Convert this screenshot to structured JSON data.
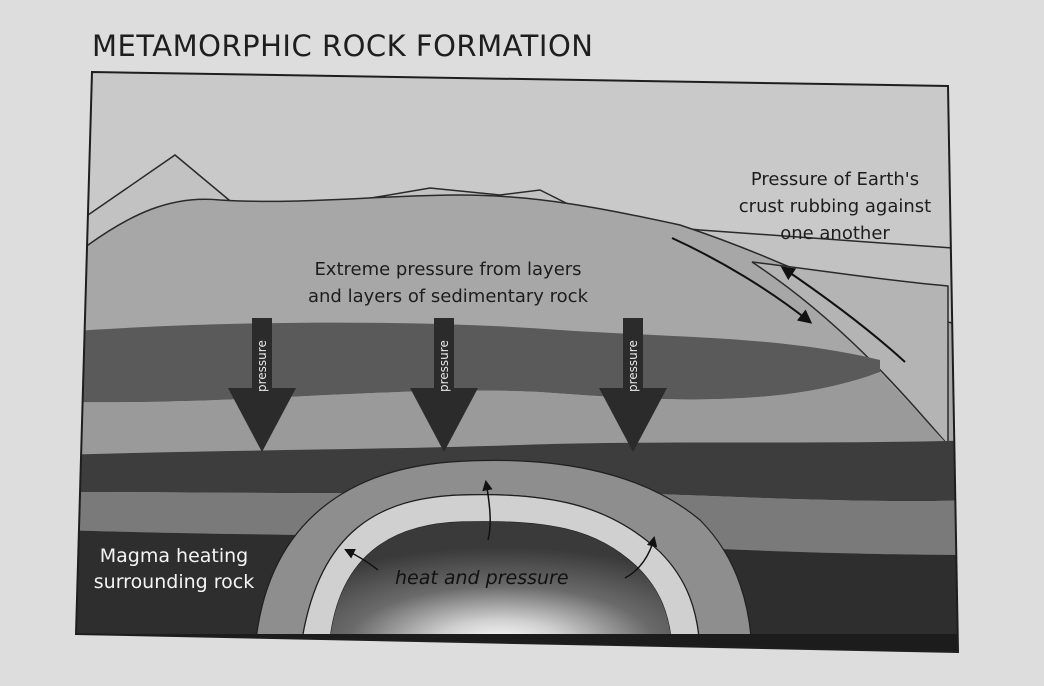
{
  "title": "METAMORPHIC ROCK FORMATION",
  "labels": {
    "crust_pressure": [
      "Pressure of Earth's",
      "crust rubbing against",
      "one another"
    ],
    "sediment_pressure": [
      "Extreme pressure from layers",
      "and layers of sedimentary rock"
    ],
    "magma": [
      "Magma heating",
      "surrounding rock"
    ],
    "heat_pressure": "heat and pressure"
  },
  "pressure_arrows": [
    {
      "label": "pressure"
    },
    {
      "label": "pressure"
    },
    {
      "label": "pressure"
    }
  ]
}
